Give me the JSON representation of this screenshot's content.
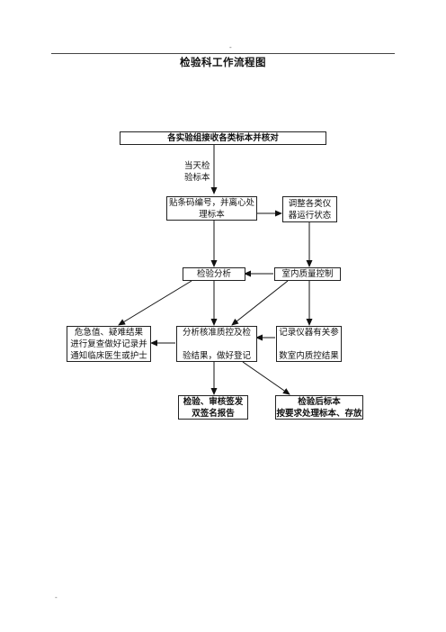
{
  "header_dot": "-",
  "footer_dot": "-",
  "title": "检验科工作流程图",
  "nodes": {
    "receive": "各实验组接收各类标本并核对",
    "same_day": "当天检\n验标本",
    "barcode": "贴条码编号，并离心处\n理标本",
    "adjust": "调整各类仪\n器运行状态",
    "analysis": "检验分析",
    "qc": "室内质量控制",
    "critical": "危急值、疑难结果\n进行复查做好记录并\n通知临床医生或护士",
    "verify": "分析核准质控及检\n\n验结果，做好登记",
    "record": "记录仪器有关参\n\n数室内质控结果",
    "report": "检验、审核签发\n双签名报告",
    "after": "检验后标本\n按要求处理标本、存放"
  }
}
